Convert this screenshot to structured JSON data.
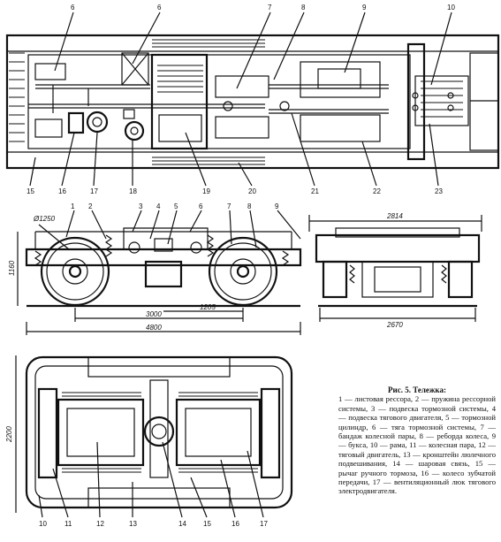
{
  "figure": {
    "caption_title": "Рис. 5. Тележка:",
    "caption_text": "1 — листовая рессора, 2 — пружина рессорной системы, 3 — подвеска тормозной системы, 4 — подвеска тягового двигателя, 5 — тормозной цилиндр, 6 — тяга тормозной системы, 7 — бандаж колесной пары, 8 — реборда колеса, 9 — букса, 10 — рама, 11 — колесная пара, 12 — тяговый двигатель, 13 — кронштейн люлечного подвешивания, 14 — шаровая связь, 15 — рычаг ручного тормоза, 16 — колесо зубчатой передачи, 17 — вентиляционный люк тягового электродвигателя."
  },
  "top_view_labels": {
    "top": [
      "6",
      "6",
      "7",
      "8",
      "9",
      "10"
    ],
    "bottom": [
      "15",
      "16",
      "17",
      "18",
      "19",
      "20",
      "21",
      "22",
      "23"
    ]
  },
  "side_view": {
    "labels": [
      "1",
      "2",
      "3",
      "4",
      "5",
      "6",
      "7",
      "8",
      "9"
    ],
    "wheel_diameter": "Ø1250",
    "height": "1160",
    "dims": [
      "3000",
      "1205",
      "4800"
    ]
  },
  "end_view": {
    "dims": [
      "2814",
      "2670"
    ]
  },
  "plan_view": {
    "height": "2200",
    "labels": [
      "10",
      "11",
      "12",
      "13",
      "14",
      "15",
      "16",
      "17"
    ]
  }
}
